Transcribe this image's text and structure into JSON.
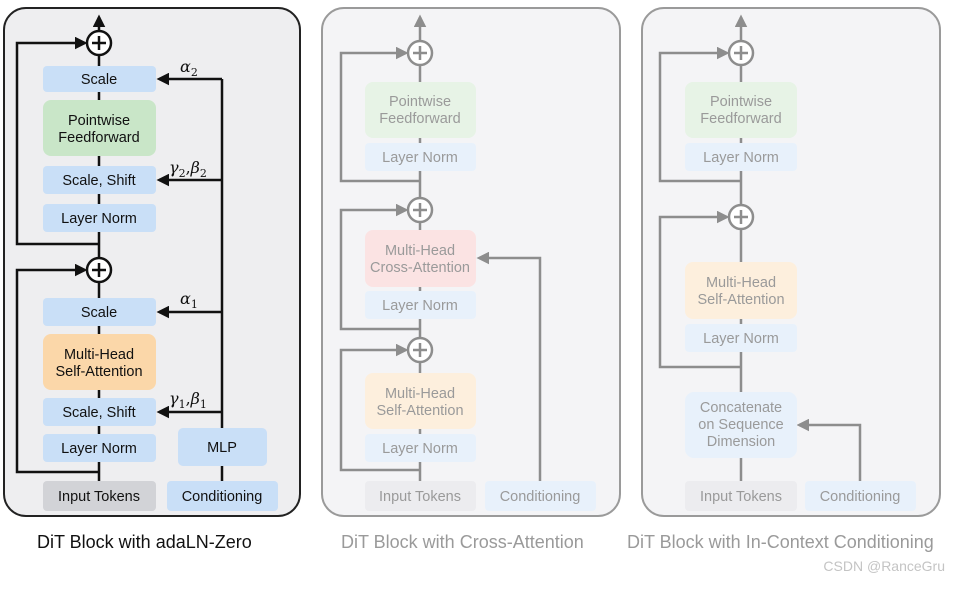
{
  "panels": {
    "adaln": {
      "caption": "DiT Block with adaLN-Zero",
      "boxes": {
        "input_tokens": "Input Tokens",
        "conditioning": "Conditioning",
        "mlp": "MLP",
        "layer_norm_1": "Layer Norm",
        "scale_shift_1": "Scale, Shift",
        "attention": [
          "Multi-Head",
          "Self-Attention"
        ],
        "scale_1": "Scale",
        "layer_norm_2": "Layer Norm",
        "scale_shift_2": "Scale, Shift",
        "feedforward": [
          "Pointwise",
          "Feedforward"
        ],
        "scale_2": "Scale"
      },
      "params": {
        "gamma1_beta1": [
          "γ",
          "1",
          ",",
          "β",
          "1"
        ],
        "alpha1": [
          "α",
          "1"
        ],
        "gamma2_beta2": [
          "γ",
          "2",
          ",",
          "β",
          "2"
        ],
        "alpha2": [
          "α",
          "2"
        ]
      }
    },
    "cross_attention": {
      "caption": "DiT Block with Cross-Attention",
      "boxes": {
        "input_tokens": "Input Tokens",
        "conditioning": "Conditioning",
        "layer_norm_1": "Layer Norm",
        "self_attention": [
          "Multi-Head",
          "Self-Attention"
        ],
        "layer_norm_2": "Layer Norm",
        "cross_attention": [
          "Multi-Head",
          "Cross-Attention"
        ],
        "layer_norm_3": "Layer Norm",
        "feedforward": [
          "Pointwise",
          "Feedforward"
        ]
      }
    },
    "in_context": {
      "caption": "DiT Block with In-Context Conditioning",
      "boxes": {
        "input_tokens": "Input Tokens",
        "conditioning": "Conditioning",
        "concatenate": [
          "Concatenate",
          "on Sequence",
          "Dimension"
        ],
        "layer_norm_1": "Layer Norm",
        "self_attention": [
          "Multi-Head",
          "Self-Attention"
        ],
        "layer_norm_2": "Layer Norm",
        "feedforward": [
          "Pointwise",
          "Feedforward"
        ]
      }
    }
  },
  "watermark": "CSDN @RanceGru",
  "colors": {
    "panel_fill_active": "#eeeef0",
    "panel_fill_faded": "#f4f4f6",
    "panel_border_active": "#222222",
    "panel_border_faded": "#9a9a9a",
    "blue_box": "#c9dff7",
    "green_box": "#c9e6c8",
    "orange_box": "#fbd7a9",
    "red_box": "#f8cfcf",
    "gray_box": "#d2d3d7",
    "line_active": "#111111",
    "line_faded": "#8d8d8d"
  }
}
